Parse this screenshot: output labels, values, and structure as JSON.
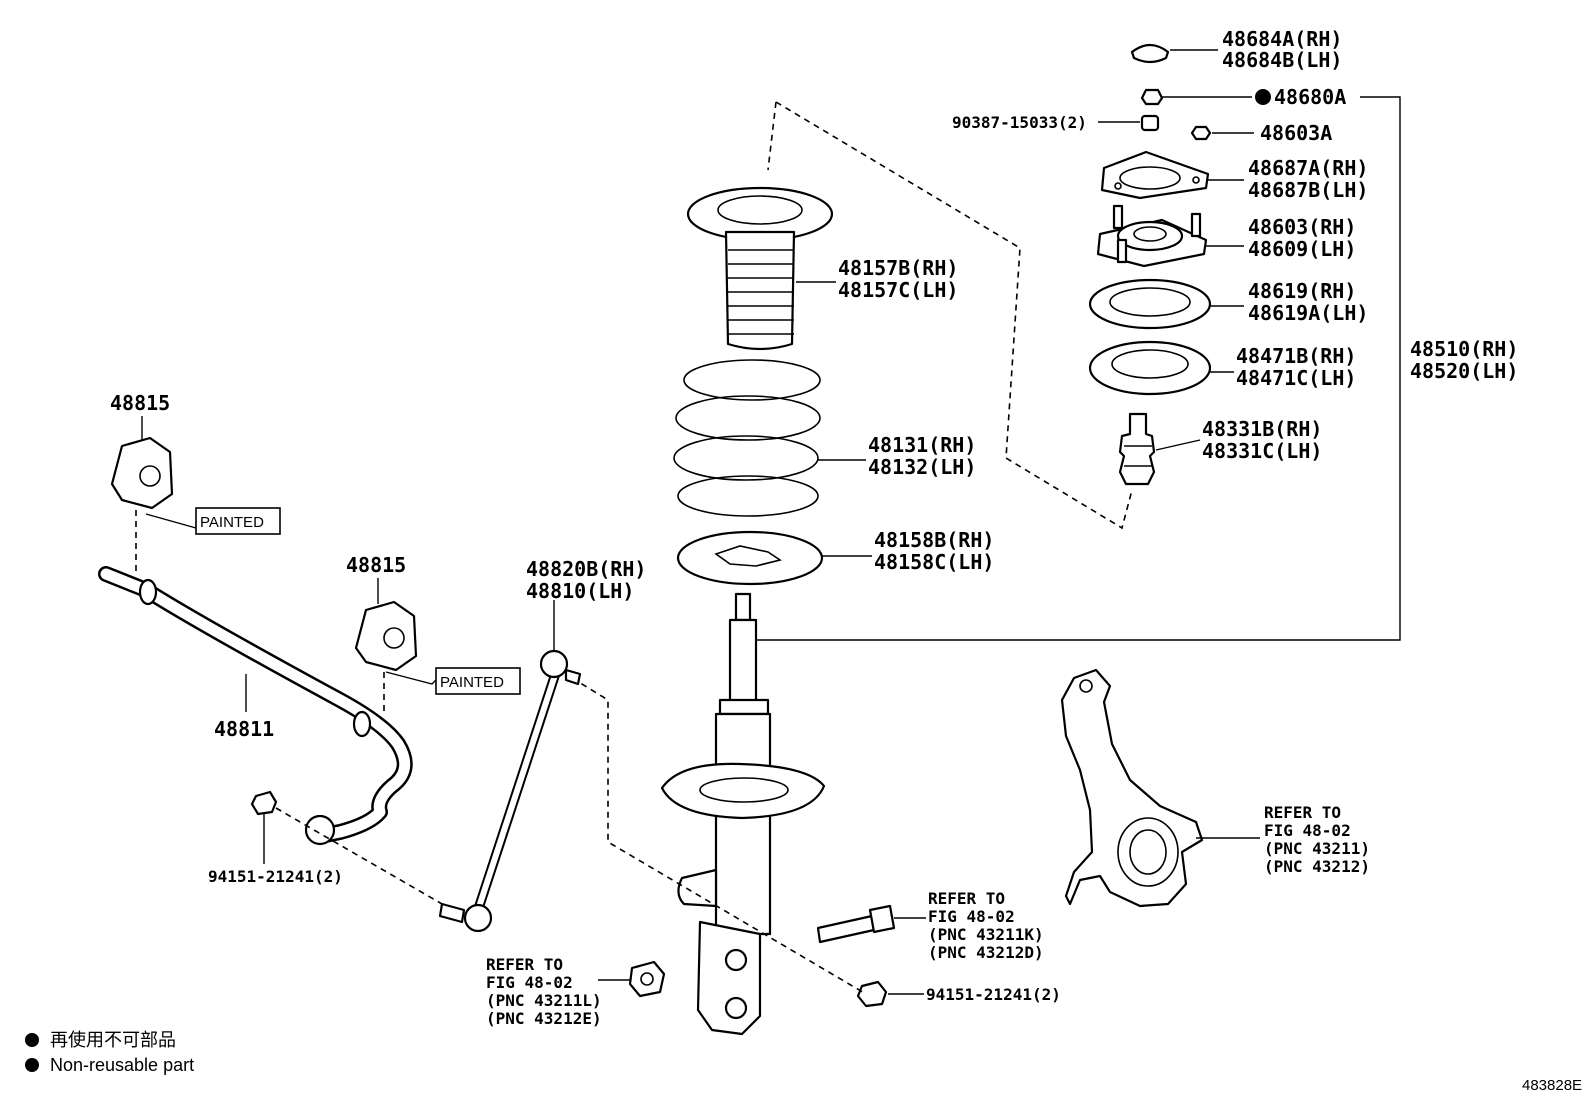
{
  "parts": {
    "insulator_cap_rh": "48684A(RH)",
    "insulator_cap_lh": "48684B(LH)",
    "nut_nonreusable": "48680A",
    "nut_90387": "90387-15033(2)",
    "nut_48603a": "48603A",
    "bracket_rh": "48687A(RH)",
    "bracket_lh": "48687B(LH)",
    "support_rh": "48603(RH)",
    "support_lh": "48609(LH)",
    "bearing_rh": "48619(RH)",
    "bearing_lh": "48619A(LH)",
    "upper_seat_rh": "48471B(RH)",
    "upper_seat_lh": "48471C(LH)",
    "bumper_rh": "48331B(RH)",
    "bumper_lh": "48331C(LH)",
    "boot_rh": "48157B(RH)",
    "boot_lh": "48157C(LH)",
    "spring_rh": "48131(RH)",
    "spring_lh": "48132(LH)",
    "lower_insulator_rh": "48158B(RH)",
    "lower_insulator_lh": "48158C(LH)",
    "strut_rh": "48510(RH)",
    "strut_lh": "48520(LH)",
    "bushing_left": "48815",
    "bushing_right": "48815",
    "stabilizer_bar": "48811",
    "link_rh": "48820B(RH)",
    "link_lh": "48810(LH)",
    "nut_stab": "94151-21241(2)",
    "nut_link": "94151-21241(2)"
  },
  "painted_label": "PAINTED",
  "refs": {
    "knuckle": [
      "REFER TO",
      "FIG 48-02",
      "(PNC 43211)",
      "(PNC 43212)"
    ],
    "bolt": [
      "REFER TO",
      "FIG 48-02",
      "(PNC 43211K)",
      "(PNC 43212D)"
    ],
    "nut": [
      "REFER TO",
      "FIG 48-02",
      "(PNC 43211L)",
      "(PNC 43212E)"
    ]
  },
  "legend": {
    "jp": "再使用不可部品",
    "en": "Non-reusable part"
  },
  "diagram_id": "483828E"
}
